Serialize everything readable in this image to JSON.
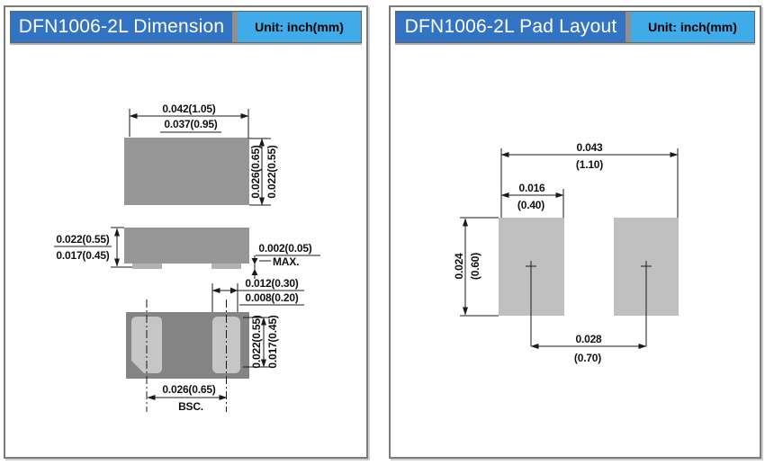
{
  "left_panel": {
    "title": "DFN1006-2L Dimension",
    "unit": "Unit: inch(mm)",
    "top_view": {
      "width_upper": "0.042(1.05)",
      "width_lower": "0.037(0.95)",
      "height_outer": "0.026(0.65)",
      "height_inner": "0.022(0.55)"
    },
    "side_view": {
      "height_upper": "0.022(0.55)",
      "height_lower": "0.017(0.45)",
      "standoff": "0.002(0.05)",
      "standoff_qualifier": "MAX."
    },
    "bottom_view": {
      "terminal_width_upper": "0.012(0.30)",
      "terminal_width_lower": "0.008(0.20)",
      "terminal_height_upper": "0.022(0.55)",
      "terminal_height_lower": "0.017(0.45)",
      "pitch": "0.026(0.65)",
      "pitch_qualifier": "BSC."
    }
  },
  "right_panel": {
    "title": "DFN1006-2L Pad Layout",
    "unit": "Unit: inch(mm)",
    "overall_width_inch": "0.043",
    "overall_width_mm": "(1.10)",
    "pad_width_inch": "0.016",
    "pad_width_mm": "(0.40)",
    "pad_height_inch": "0.024",
    "pad_height_mm": "(0.60)",
    "pad_pitch_inch": "0.028",
    "pad_pitch_mm": "(0.70)"
  },
  "colors": {
    "header-blue": "#3273c4",
    "header-light-blue": "#3fabe8",
    "body-gray": "#969696",
    "terminal-gray": "#b2b2b2",
    "bottom-body-gray": "#848484",
    "bottom-pad-gray": "#c6c6c6",
    "layout-pad-gray": "#c0c0c0",
    "panel-border": "#7b7b7b",
    "line-color": "#1a1a1a"
  }
}
